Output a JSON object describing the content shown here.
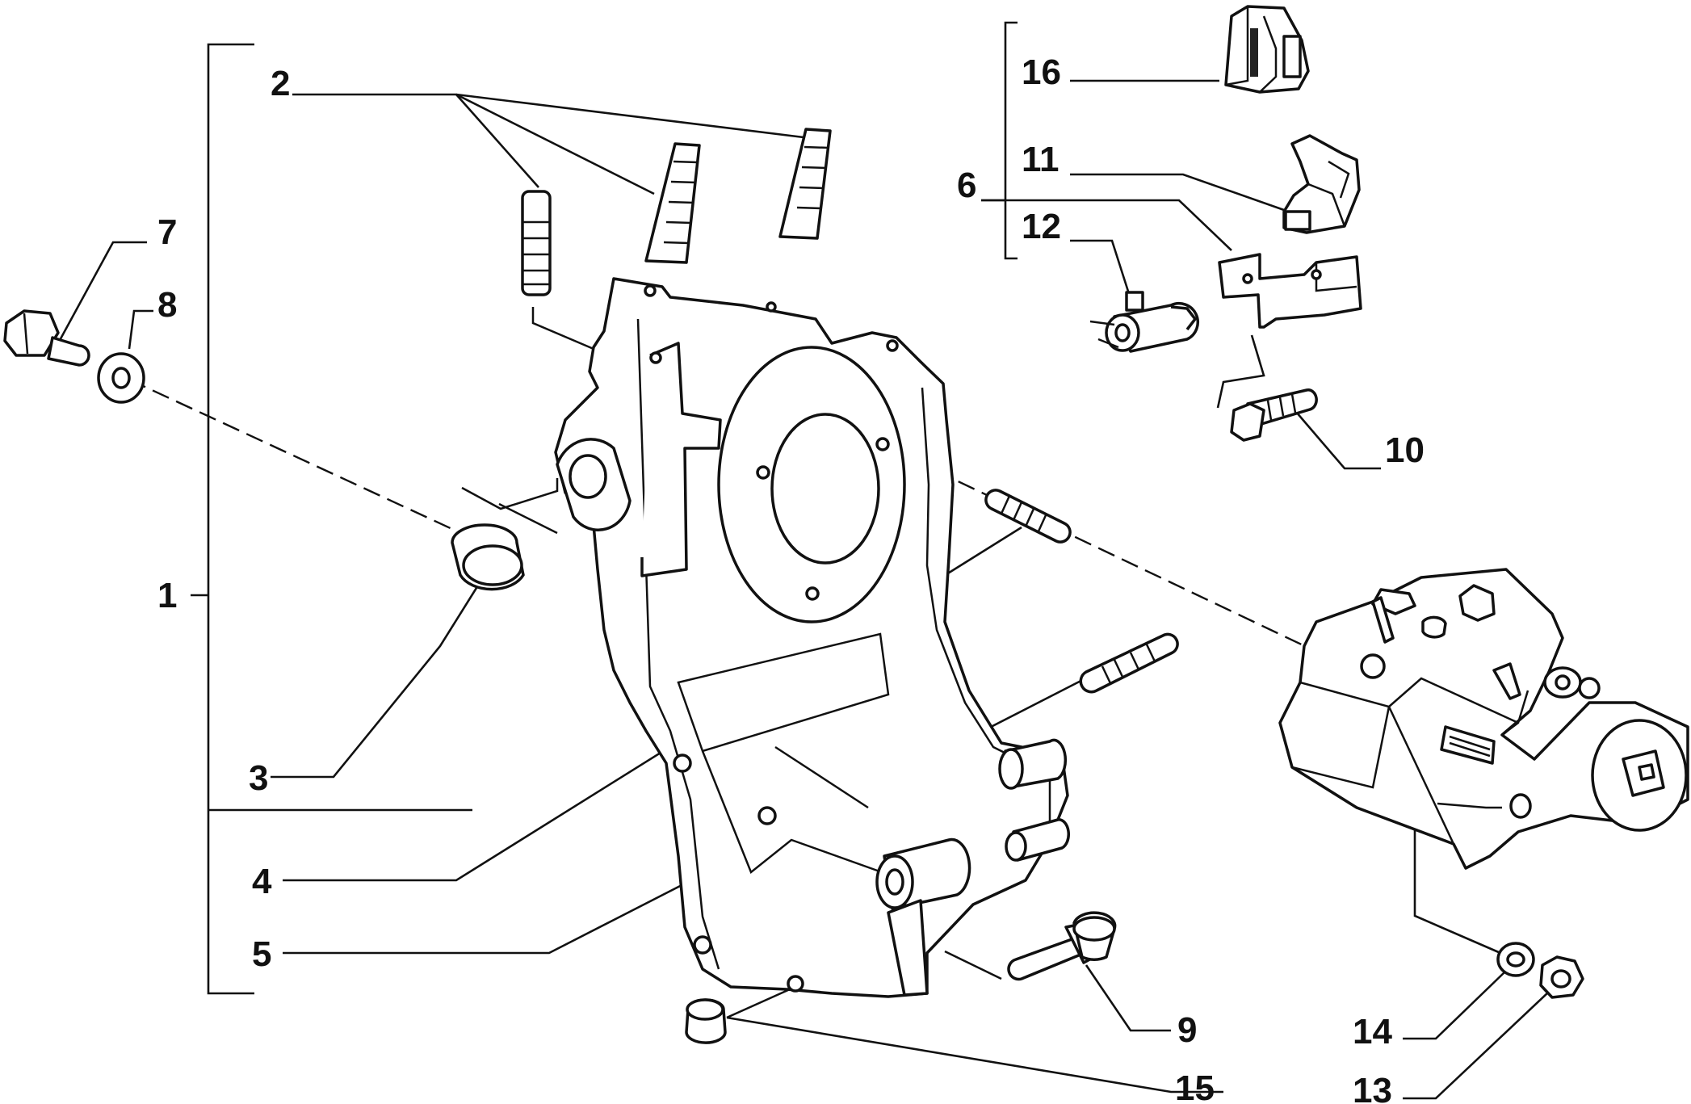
{
  "diagram": {
    "callouts": [
      {
        "id": "1",
        "text": "1"
      },
      {
        "id": "2",
        "text": "2"
      },
      {
        "id": "3",
        "text": "3"
      },
      {
        "id": "4",
        "text": "4"
      },
      {
        "id": "5",
        "text": "5"
      },
      {
        "id": "6",
        "text": "6"
      },
      {
        "id": "7",
        "text": "7"
      },
      {
        "id": "8",
        "text": "8"
      },
      {
        "id": "9",
        "text": "9"
      },
      {
        "id": "10",
        "text": "10"
      },
      {
        "id": "11",
        "text": "11"
      },
      {
        "id": "12",
        "text": "12"
      },
      {
        "id": "13",
        "text": "13"
      },
      {
        "id": "14",
        "text": "14"
      },
      {
        "id": "15",
        "text": "15"
      },
      {
        "id": "16",
        "text": "16"
      }
    ],
    "ink_color": "#111111",
    "background_color": "#ffffff"
  }
}
